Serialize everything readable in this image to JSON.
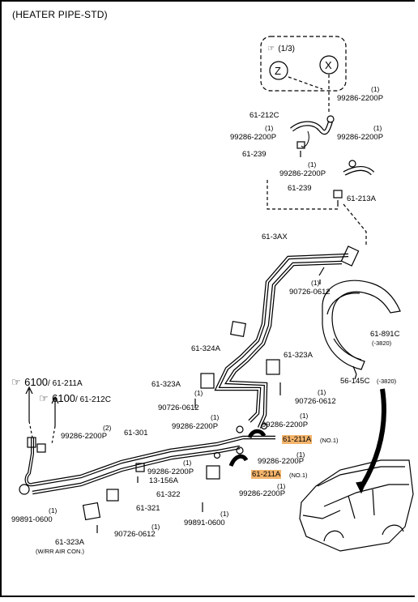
{
  "title": "(HEATER PIPE-STD)",
  "detail": {
    "ref": "(1/3)",
    "circle_z": "Z",
    "circle_x": "X"
  },
  "refs": {
    "r1": {
      "main": "6100",
      "sub": "/ 61-211A"
    },
    "r2": {
      "main": "6100",
      "sub": "/ 61-212C"
    }
  },
  "labels": {
    "l01": "61-212C",
    "l02": "99286-2200P",
    "l03": "99286-2200P",
    "l04": "61-239",
    "l05": "99286-2200P",
    "l06": "99286-2200P",
    "l07": "61-239",
    "l08": "61-213A",
    "l09": "61-3AX",
    "l10": "90726-0612",
    "l11": "61-891C",
    "l12": "61-324A",
    "l13": "61-323A",
    "l14": "61-323A",
    "l15": "90726-0612",
    "l16": "90726-0612",
    "l17": "56-145C",
    "l18": "99286-2200P",
    "l19": "99286-2200P",
    "l20": "99286-2200P",
    "l21": "61-211A",
    "l22": "61-211A",
    "l23": "99286-2200P",
    "l24": "61-301",
    "l25": "99286-2200P",
    "l26": "13-156A",
    "l27": "61-322",
    "l28": "99286-2200P",
    "l29": "61-321",
    "l30": "99891-0600",
    "l31": "99891-0600",
    "l32": "61-323A",
    "l33": "90726-0612"
  },
  "qtys": {
    "one": "(1)",
    "two": "(2)"
  },
  "notes": {
    "n1": "(-3820)",
    "n2": "(-3820)",
    "n3": "(NO.1)",
    "n4": "(NO.1)",
    "n5": "(W/RR AIR CON.)"
  },
  "highlight_color": "#f3b46b"
}
